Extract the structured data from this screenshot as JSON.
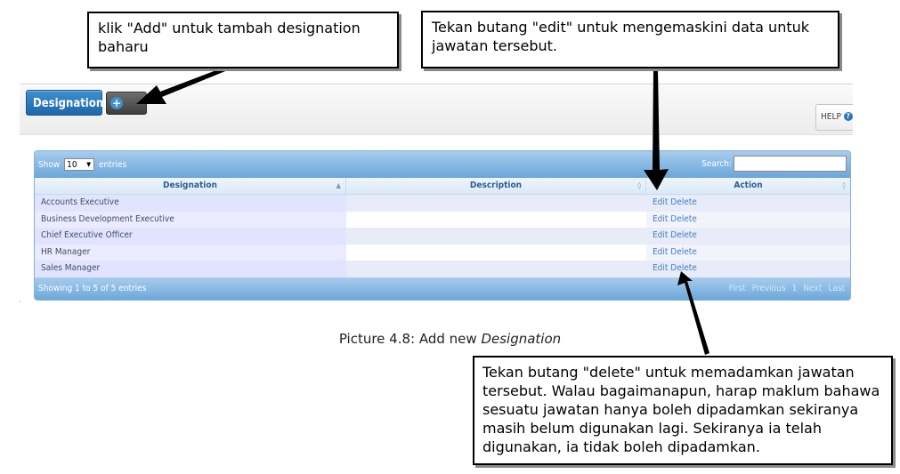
{
  "annotations": {
    "add_note": "klik \"Add\" untuk tambah designation baharu",
    "edit_note": "Tekan butang \"edit\" untuk mengemaskini data untuk jawatan tersebut.",
    "delete_note": "Tekan butang \"delete\" untuk memadamkan jawatan tersebut. Walau bagaimanapun, harap maklum bahawa sesuatu jawatan hanya boleh dipadamkan sekiranya masih belum digunakan lagi. Sekiranya ia telah digunakan, ia tidak boleh dipadamkan."
  },
  "caption": {
    "prefix": "Picture 4.8: Add new ",
    "emphasis": "Designation"
  },
  "toolbar": {
    "page_title": "Designations",
    "help_label": "HELP"
  },
  "table": {
    "show_label": "Show",
    "entries_value": "10",
    "entries_label": "entries",
    "search_label": "Search:",
    "search_value": "",
    "columns": [
      "Designation",
      "Description",
      "Action"
    ],
    "rows": [
      {
        "designation": "Accounts Executive",
        "description": "",
        "edit": "Edit",
        "delete": "Delete"
      },
      {
        "designation": "Business Development Executive",
        "description": "",
        "edit": "Edit",
        "delete": "Delete"
      },
      {
        "designation": "Chief Executive Officer",
        "description": "",
        "edit": "Edit",
        "delete": "Delete"
      },
      {
        "designation": "HR Manager",
        "description": "",
        "edit": "Edit",
        "delete": "Delete"
      },
      {
        "designation": "Sales Manager",
        "description": "",
        "edit": "Edit",
        "delete": "Delete"
      }
    ],
    "info": "Showing 1 to 5 of 5 entries",
    "pager": {
      "first": "First",
      "previous": "Previous",
      "page": "1",
      "next": "Next",
      "last": "Last"
    }
  },
  "icons": {
    "add": "plus-circle-icon",
    "help": "question-circle-icon",
    "sort": "sort-arrows-icon",
    "select": "dropdown-triangle-icon"
  }
}
